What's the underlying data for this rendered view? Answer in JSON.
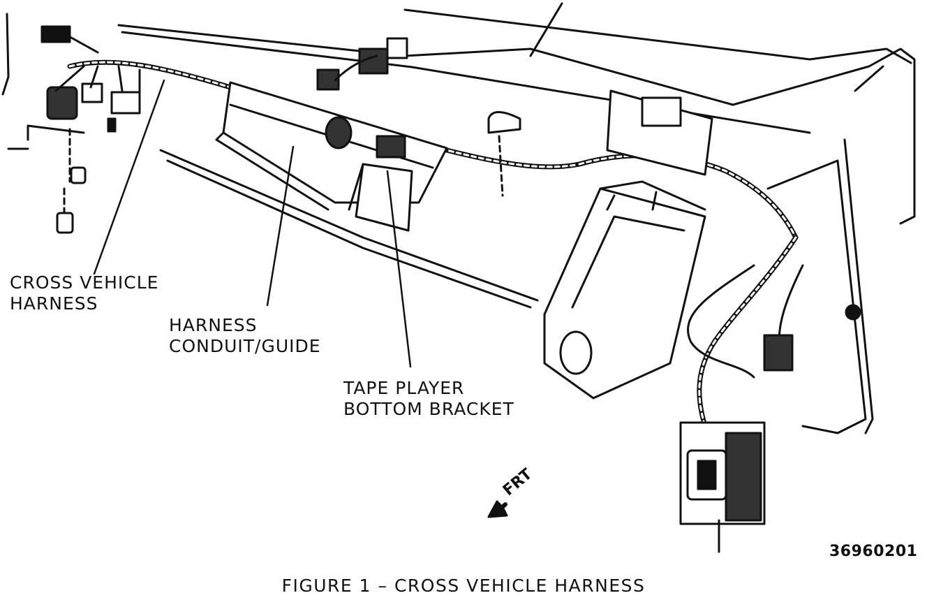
{
  "labels": {
    "cross_vehicle": [
      "CROSS VEHICLE",
      "HARNESS"
    ],
    "conduit": [
      "HARNESS",
      "CONDUIT/GUIDE"
    ],
    "tape_bracket": [
      "TAPE PLAYER",
      "BOTTOM BRACKET"
    ],
    "front": "FRT",
    "figure_number": "36960201",
    "caption": "FIGURE 1 – CROSS VEHICLE HARNESS"
  },
  "colors": {
    "ink": "#111111",
    "paper": "#ffffff"
  }
}
